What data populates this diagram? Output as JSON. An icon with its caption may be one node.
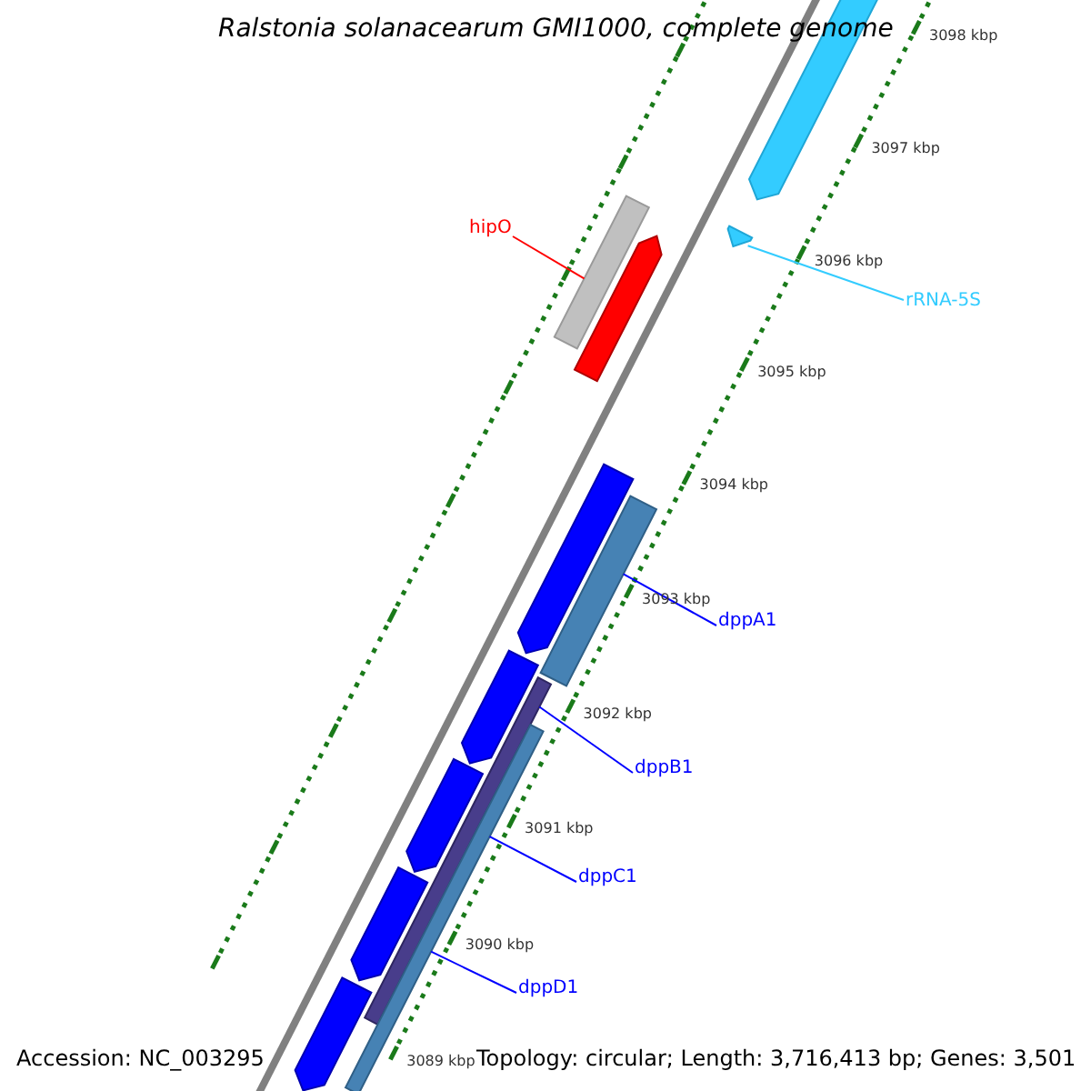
{
  "diagram": {
    "title": "Ralstonia solanacearum GMI1000, complete genome",
    "nodes": [
      {
        "text": [],
        "shape": "arrow"
      },
      {
        "text": [],
        "shape": "arrow"
      },
      {
        "text": [
          "hipO"
        ]
      },
      {
        "text": [],
        "shape": "bar"
      },
      {
        "text": [],
        "shape": "arrow"
      },
      {
        "text": [
          "rRNA-5S"
        ]
      },
      {
        "text": [],
        "shape": "arrow"
      },
      {
        "text": [],
        "shape": "bar"
      },
      {
        "text": [
          "dppA1"
        ]
      },
      {
        "text": [],
        "shape": "arrow"
      },
      {
        "text": [],
        "shape": "bar"
      },
      {
        "text": [
          "dppB1"
        ]
      },
      {
        "text": [],
        "shape": "arrow"
      },
      {
        "text": [
          "dppC1"
        ]
      },
      {
        "text": [],
        "shape": "arrow"
      },
      {
        "text": [],
        "shape": "bar"
      },
      {
        "text": [
          "dppD1"
        ]
      },
      {
        "text": [],
        "shape": "arrow"
      }
    ],
    "edges": [
      {
        "from": 2,
        "to": 3,
        "arrow": "none",
        "color": "#ff0000"
      },
      {
        "from": 5,
        "to": 1,
        "arrow": "none",
        "color": "#33ccff"
      },
      {
        "from": 8,
        "to": 7,
        "arrow": "none"
      },
      {
        "from": 11,
        "to": 10,
        "arrow": "none"
      },
      {
        "from": 13,
        "to": 15,
        "arrow": "none"
      },
      {
        "from": 16,
        "to": 15,
        "arrow": "none"
      }
    ],
    "labels": [
      "3098 kbp",
      "3097 kbp",
      "3096 kbp",
      "3095 kbp",
      "3094 kbp",
      "3093 kbp",
      "3092 kbp",
      "3091 kbp",
      "3090 kbp",
      "3089 kbp",
      "Accession: NC_003295",
      "Topology: circular; Length: 3,716,413 bp; Genes: 3,501"
    ]
  }
}
